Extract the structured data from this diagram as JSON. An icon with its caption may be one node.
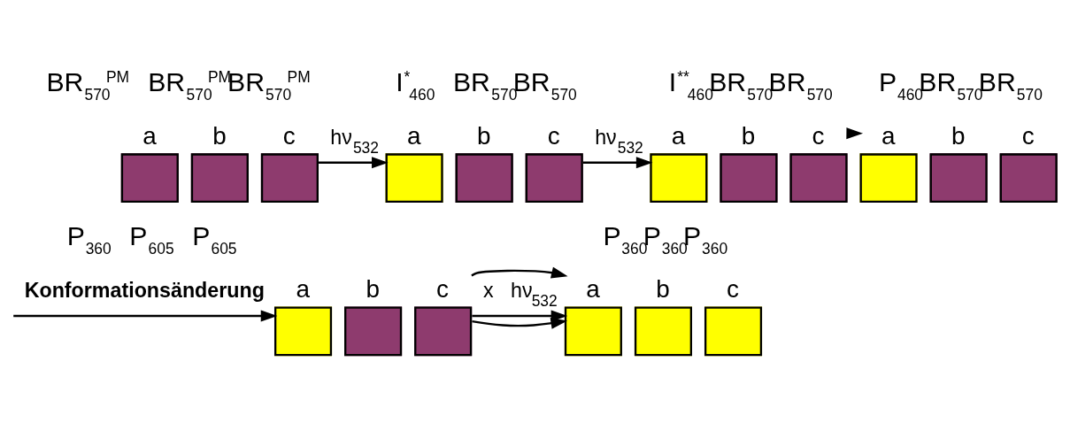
{
  "diagram": {
    "nodes": [
      {
        "text": [
          "a"
        ]
      },
      {
        "text": [
          "b"
        ]
      },
      {
        "text": [
          "c"
        ]
      },
      {
        "text": [
          "a"
        ]
      },
      {
        "text": [
          "b"
        ]
      },
      {
        "text": [
          "c"
        ]
      },
      {
        "text": [
          "a"
        ]
      },
      {
        "text": [
          "b"
        ]
      },
      {
        "text": [
          "c"
        ]
      },
      {
        "text": [
          "a"
        ]
      },
      {
        "text": [
          "b"
        ]
      },
      {
        "text": [
          "c"
        ]
      },
      {
        "text": [
          "a"
        ]
      },
      {
        "text": [
          "b"
        ]
      },
      {
        "text": [
          "c"
        ]
      },
      {
        "text": [
          "a"
        ]
      },
      {
        "text": [
          "b"
        ]
      },
      {
        "text": [
          "c"
        ]
      }
    ],
    "edges": [
      {
        "from": 2,
        "to": 3,
        "arrow": "to",
        "label": "hν$_{532}$"
      },
      {
        "from": 5,
        "to": 6,
        "arrow": "to",
        "label": "hν$_{532}$"
      },
      {
        "from": 8,
        "to": 9,
        "arrow": "to"
      },
      {
        "from": null,
        "to": 12,
        "arrow": "to",
        "label": "Konformationsänderung"
      },
      {
        "from": 14,
        "to": 15,
        "arrow": "to",
        "label": "x hν$_{532}$"
      },
      {
        "from": 14,
        "to": 15,
        "arrow": "to"
      },
      {
        "from": 14,
        "to": 15,
        "arrow": "to"
      }
    ],
    "labels": [
      "BR$_{570}$$^{PM}$ BR$_{570}$$^{PM}$BR$_{570}$$^{PM}$",
      "I$^{*}$$_{460}$ BR$_{570}$BR$_{570}$",
      "I$^{**}$$_{460}$BR$_{570}$BR$_{570}$",
      "P$_{460}$BR$_{570}$BR$_{570}$",
      "P$_{360}$ P$_{605}$ P$_{605}$",
      "P$_{360}$P$_{360}$P$_{360}$"
    ]
  }
}
